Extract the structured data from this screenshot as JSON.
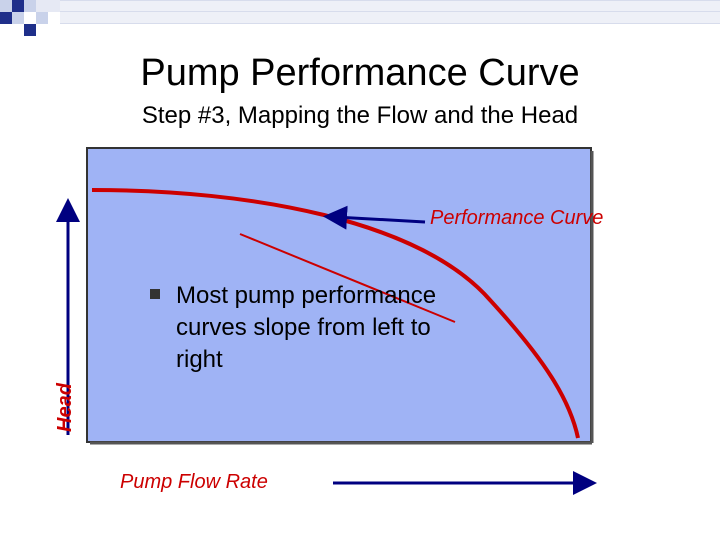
{
  "slide": {
    "title": "Pump Performance Curve",
    "subtitle": "Step #3, Mapping the Flow and the Head"
  },
  "diagram": {
    "curve_label": "Performance Curve",
    "y_axis_label": "Head",
    "x_axis_label": "Pump Flow Rate",
    "bullet": "Most pump performance curves slope from left to right",
    "colors": {
      "panel": "#9fb3f5",
      "curve": "#cc0000",
      "arrows": "#000080",
      "labels": "#cc0000"
    }
  }
}
